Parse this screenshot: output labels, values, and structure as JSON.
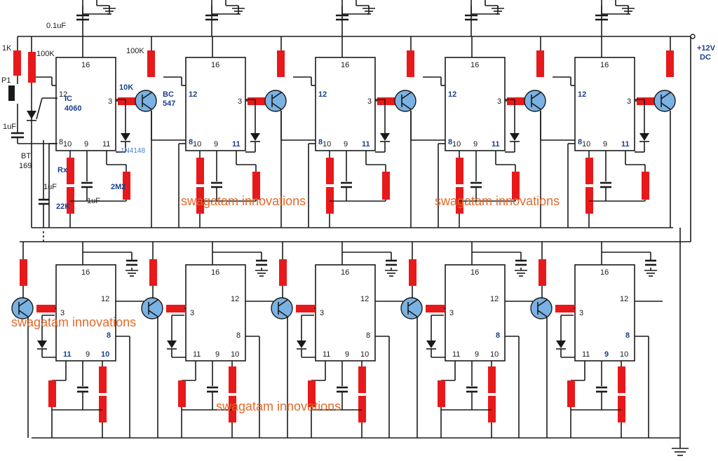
{
  "labels": {
    "cap_top": "0.1uF",
    "r_1k": "1K",
    "r_100k_a": "100K",
    "r_100k_b": "100K",
    "switch": "P1",
    "cap_1uf_left": "1uF",
    "bt_a": "BT",
    "bt_b": "169",
    "ic_a": "IC",
    "ic_b": "4060",
    "r_10k": "10K",
    "tr_a": "BC",
    "tr_b": "547",
    "diode": "1N4148",
    "rx": "Rx",
    "r_22k": "22K",
    "cap_1uf_a": "1uF",
    "cap_1uf_b": "1uF",
    "r_2m2": "2M2",
    "supply_a": "+12V",
    "supply_b": "DC"
  },
  "pins": {
    "p16": "16",
    "p12": "12",
    "p3": "3",
    "p8": "8",
    "p10": "10",
    "p9": "9",
    "p11": "11"
  },
  "watermarks": [
    "swagatam innovations",
    "swagatam innovations",
    "swagatam innovations",
    "swagatam innovations"
  ],
  "colors": {
    "resistor": "#e8191b",
    "transistor": "#7ab2e3",
    "watermark": "#e2692a",
    "label_blue": "#1a3f8c"
  }
}
